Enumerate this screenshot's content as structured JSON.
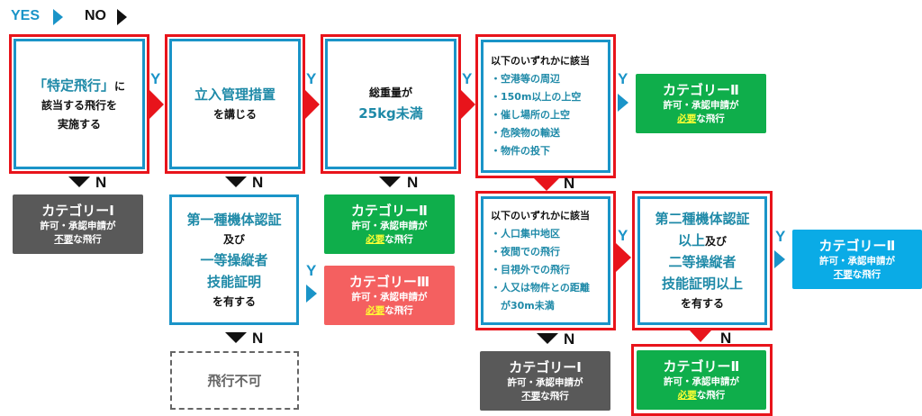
{
  "legend": {
    "yes": "YES",
    "no": "NO"
  },
  "labels": {
    "y": "Y",
    "n": "N"
  },
  "colors": {
    "red": "#e8141b",
    "blue": "#1a94c8",
    "teal": "#1f8aa8",
    "green": "#0fae4b",
    "gray": "#595959",
    "salmon": "#f46060",
    "sky": "#0aabe6"
  },
  "q1": {
    "a": "「特定飛行」",
    "b": "に",
    "c": "該当する飛行を",
    "d": "実施する"
  },
  "q2": {
    "a": "立入管理措置",
    "b": "を講じる"
  },
  "q3": {
    "a": "総重量が",
    "b": "25kg未満"
  },
  "q4": {
    "head": "以下のいずれかに該当",
    "items": [
      "・空港等の周辺",
      "・150m以上の上空",
      "・催し場所の上空",
      "・危険物の輸送",
      "・物件の投下"
    ]
  },
  "q5": {
    "a": "第一種機体認証",
    "b": "及び",
    "c": "一等操縦者",
    "d": "技能証明",
    "e": "を有する"
  },
  "q6": {
    "head": "以下のいずれかに該当",
    "items": [
      "・人口集中地区",
      "・夜間での飛行",
      "・目視外での飛行",
      "・人又は物件との距離",
      "　が30m未満"
    ]
  },
  "q7": {
    "a": "第二種機体認証",
    "b": "以上",
    "c": "及び",
    "d": "二等操縦者",
    "e": "技能証明以上",
    "f": "を有する"
  },
  "cat1": {
    "name": "カテゴリーⅠ",
    "line1": "許可・承認申請が",
    "em": "不要",
    "rest": "な飛行"
  },
  "cat2req": {
    "name": "カテゴリーⅡ",
    "line1": "許可・承認申請が",
    "em": "必要",
    "rest": "な飛行"
  },
  "cat2free": {
    "name": "カテゴリーⅡ",
    "line1": "許可・承認申請が",
    "em": "不要",
    "rest": "な飛行"
  },
  "cat3": {
    "name": "カテゴリーⅢ",
    "line1": "許可・承認申請が",
    "em": "必要",
    "rest": "な飛行"
  },
  "noflight": "飛行不可"
}
